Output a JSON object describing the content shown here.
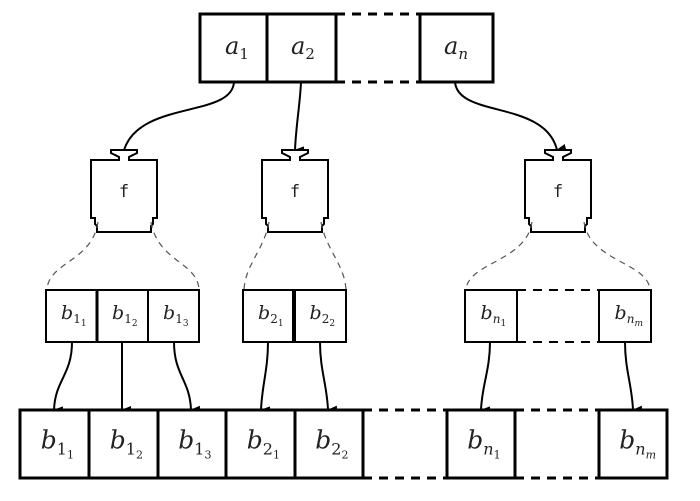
{
  "diagram": {
    "description": "Parallel flatMap: each element a_i is mapped by function f to a sequence of b values, which are concatenated into a single output sequence",
    "input_array": {
      "cells": [
        {
          "base": "a",
          "sub": "1"
        },
        {
          "base": "a",
          "sub": "2"
        },
        {
          "base": "",
          "sub": "",
          "gap": true
        },
        {
          "base": "a",
          "sub": "n"
        }
      ]
    },
    "function_label": "f",
    "functions": [
      {
        "label": "f",
        "source": "a_1"
      },
      {
        "label": "f",
        "source": "a_2"
      },
      {
        "label": "f",
        "source": "a_n"
      }
    ],
    "intermediate_groups": [
      {
        "cells": [
          {
            "base": "b",
            "sub": "1",
            "subsub": "1"
          },
          {
            "base": "b",
            "sub": "1",
            "subsub": "2"
          },
          {
            "base": "b",
            "sub": "1",
            "subsub": "3"
          }
        ]
      },
      {
        "cells": [
          {
            "base": "b",
            "sub": "2",
            "subsub": "1"
          },
          {
            "base": "b",
            "sub": "2",
            "subsub": "2"
          }
        ]
      },
      {
        "cells": [
          {
            "base": "b",
            "sub": "n",
            "subsub": "1"
          },
          {
            "base": "",
            "sub": "",
            "subsub": "",
            "gap": true
          },
          {
            "base": "b",
            "sub": "n",
            "subsub": "m"
          }
        ]
      }
    ],
    "output_array": {
      "cells": [
        {
          "base": "b",
          "sub": "1",
          "subsub": "1"
        },
        {
          "base": "b",
          "sub": "1",
          "subsub": "2"
        },
        {
          "base": "b",
          "sub": "1",
          "subsub": "3"
        },
        {
          "base": "b",
          "sub": "2",
          "subsub": "1"
        },
        {
          "base": "b",
          "sub": "2",
          "subsub": "2"
        },
        {
          "base": "",
          "sub": "",
          "subsub": "",
          "gap": true
        },
        {
          "base": "b",
          "sub": "n",
          "subsub": "1"
        },
        {
          "base": "",
          "sub": "",
          "subsub": "",
          "gap": true
        },
        {
          "base": "b",
          "sub": "n",
          "subsub": "m"
        }
      ]
    }
  }
}
